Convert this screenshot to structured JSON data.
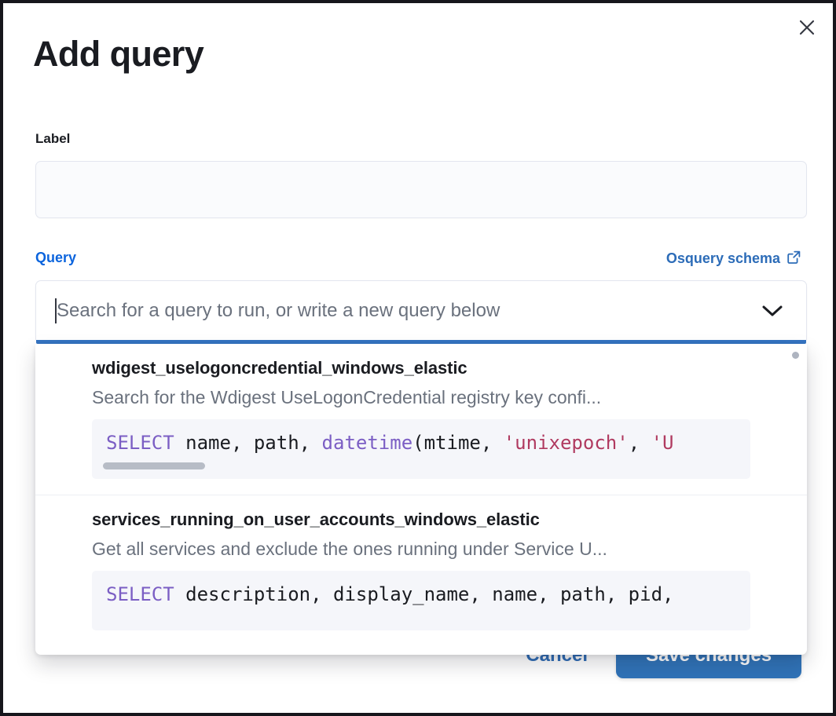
{
  "modal": {
    "title": "Add query",
    "close_icon": "close-icon"
  },
  "form": {
    "label_field": {
      "label": "Label",
      "value": "",
      "placeholder": ""
    },
    "query_field": {
      "label": "Query",
      "schema_link": "Osquery schema",
      "schema_link_icon": "external-link-icon",
      "placeholder": "Search for a query to run, or write a new query below",
      "value": "",
      "chevron_icon": "chevron-down-icon"
    }
  },
  "dropdown": {
    "options": [
      {
        "title": "wdigest_uselogoncredential_windows_elastic",
        "description": "Search for the Wdigest UseLogonCredential registry key confi...",
        "code_tokens": [
          {
            "t": "SELECT",
            "c": "kw"
          },
          {
            "t": " name, path, ",
            "c": "pl"
          },
          {
            "t": "datetime",
            "c": "fn"
          },
          {
            "t": "(mtime, ",
            "c": "pl"
          },
          {
            "t": "'unixepoch'",
            "c": "str"
          },
          {
            "t": ", ",
            "c": "pl"
          },
          {
            "t": "'U",
            "c": "str"
          }
        ]
      },
      {
        "title": "services_running_on_user_accounts_windows_elastic",
        "description": "Get all services and exclude the ones running under Service U...",
        "code_tokens": [
          {
            "t": "SELECT",
            "c": "kw"
          },
          {
            "t": " description, display_name, name, path, pid,",
            "c": "pl"
          }
        ]
      }
    ]
  },
  "footer": {
    "cancel_label": "Cancel",
    "save_label": "Save changes"
  },
  "colors": {
    "accent_blue": "#0b64dd",
    "button_blue": "#3073b8",
    "link_blue": "#2c6cb8",
    "focus_underline": "#3574c2",
    "code_keyword": "#7b5ec4",
    "code_string": "#b03a60",
    "text_dark": "#1a1c21",
    "text_muted": "#6a717d"
  }
}
